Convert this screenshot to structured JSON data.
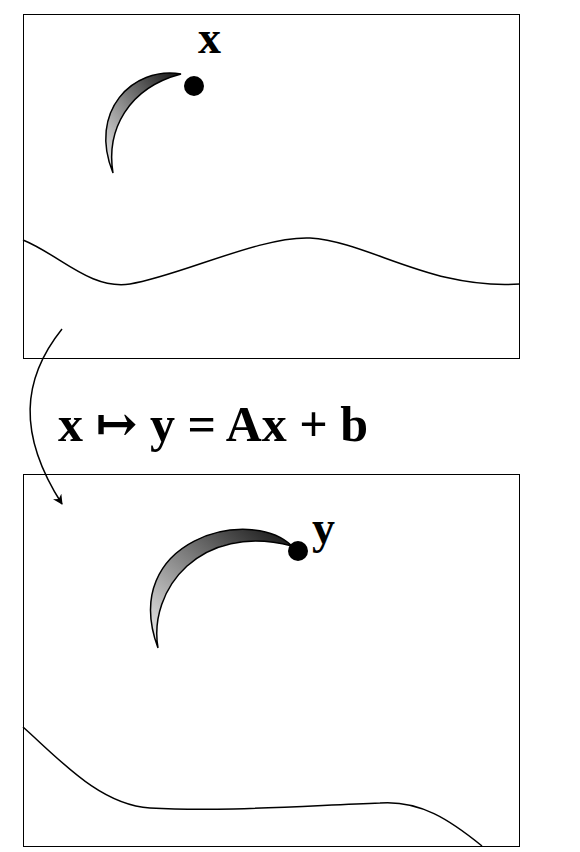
{
  "diagram": {
    "nodes": [
      {
        "text": [
          "x"
        ]
      },
      {
        "text": [
          "y"
        ]
      }
    ],
    "edges": [
      {
        "from": 0,
        "to": 1,
        "arrow": "to",
        "label": "x ↦ y = Ax + b"
      }
    ]
  }
}
